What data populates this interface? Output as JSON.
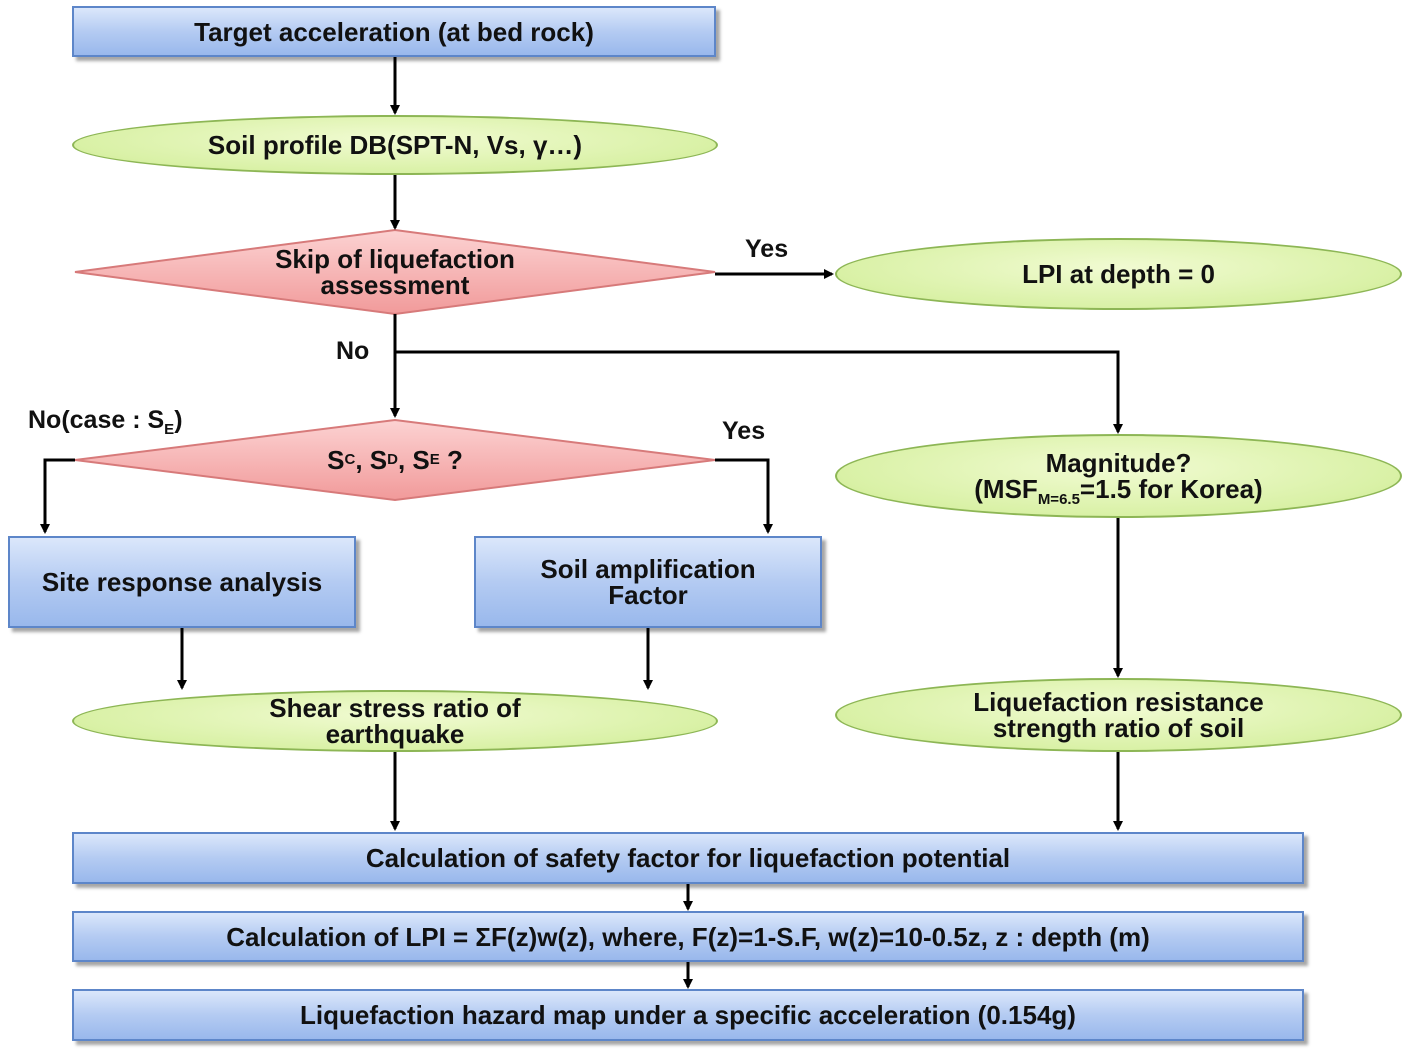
{
  "nodes": {
    "target": "Target acceleration (at bed rock)",
    "soil_db": "Soil profile DB(SPT-N, Vs, γ…)",
    "skip_line1": "Skip of liquefaction",
    "skip_line2": "assessment",
    "lpi_zero": "LPI at depth = 0",
    "sc_sd_se": {
      "s1": "S",
      "sub1": "C",
      "sep1": ", S",
      "sub2": "D",
      "sep2": ", S",
      "sub3": "E",
      "tail": " ?"
    },
    "magnitude_line1": "Magnitude?",
    "magnitude_line2": {
      "pre": "(MSF",
      "sub": "M=6.5",
      "post": "=1.5 for Korea)"
    },
    "site_response": "Site response analysis",
    "soil_amp_line1": "Soil amplification",
    "soil_amp_line2": "Factor",
    "shear_line1": "Shear stress ratio of",
    "shear_line2": "earthquake",
    "resistance_line1": "Liquefaction resistance",
    "resistance_line2": "strength ratio of soil",
    "safety_factor": "Calculation of safety factor for liquefaction potential",
    "lpi_calc": "Calculation of LPI = ΣF(z)w(z), where, F(z)=1-S.F, w(z)=10-0.5z, z : depth (m)",
    "hazard_map": "Liquefaction hazard map under a specific acceleration (0.154g)"
  },
  "labels": {
    "yes_skip": "Yes",
    "no_skip": "No",
    "no_case": {
      "pre": "No(case : S",
      "sub": "E",
      "post": ")"
    },
    "yes_sc": "Yes"
  },
  "colors": {
    "rect_fill": "#b4cbf2",
    "ellipse_fill": "#d9f1a6",
    "diamond_fill": "#f5a5a5",
    "arrow": "#000000"
  }
}
